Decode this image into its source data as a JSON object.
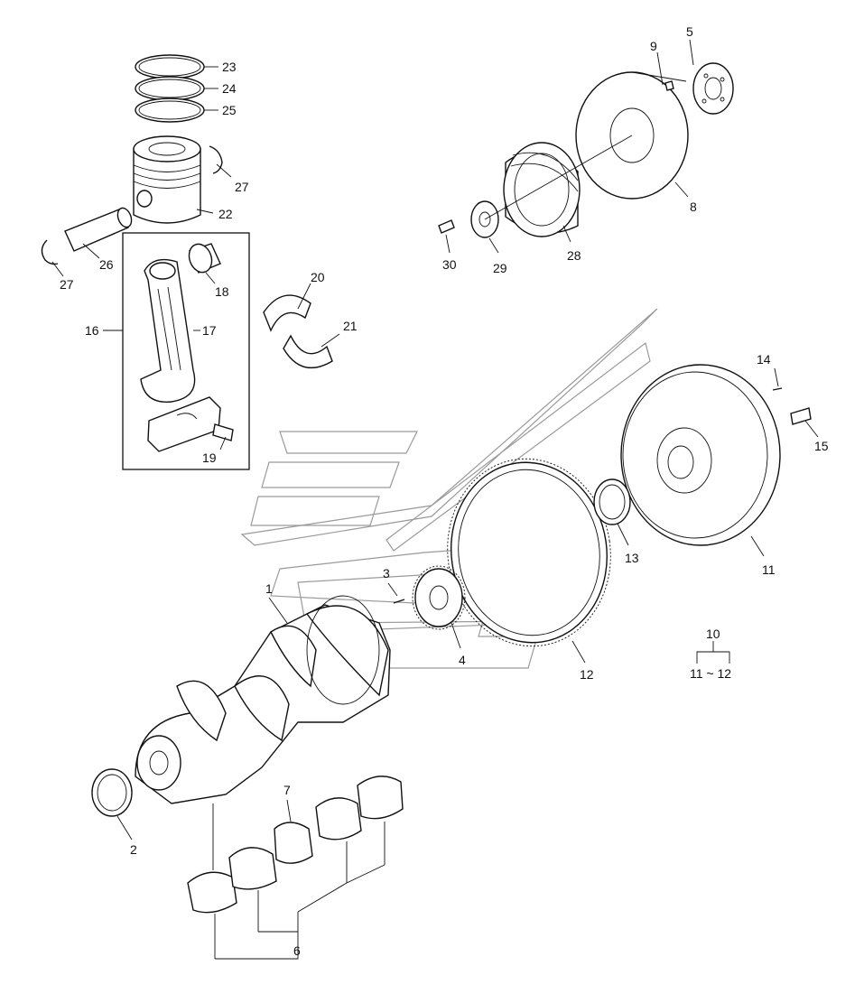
{
  "callouts": [
    {
      "id": "c1",
      "text": "1"
    },
    {
      "id": "c2",
      "text": "2"
    },
    {
      "id": "c3",
      "text": "3"
    },
    {
      "id": "c4",
      "text": "4"
    },
    {
      "id": "c5",
      "text": "5"
    },
    {
      "id": "c6",
      "text": "6"
    },
    {
      "id": "c7",
      "text": "7"
    },
    {
      "id": "c8",
      "text": "8"
    },
    {
      "id": "c9",
      "text": "9"
    },
    {
      "id": "c10",
      "text": "10"
    },
    {
      "id": "c10r",
      "text": "11 ~ 12"
    },
    {
      "id": "c11",
      "text": "11"
    },
    {
      "id": "c12",
      "text": "12"
    },
    {
      "id": "c13",
      "text": "13"
    },
    {
      "id": "c14",
      "text": "14"
    },
    {
      "id": "c15",
      "text": "15"
    },
    {
      "id": "c16",
      "text": "16"
    },
    {
      "id": "c17",
      "text": "17"
    },
    {
      "id": "c18",
      "text": "18"
    },
    {
      "id": "c19",
      "text": "19"
    },
    {
      "id": "c20",
      "text": "20"
    },
    {
      "id": "c21",
      "text": "21"
    },
    {
      "id": "c22",
      "text": "22"
    },
    {
      "id": "c23",
      "text": "23"
    },
    {
      "id": "c24",
      "text": "24"
    },
    {
      "id": "c25",
      "text": "25"
    },
    {
      "id": "c26",
      "text": "26"
    },
    {
      "id": "c27a",
      "text": "27"
    },
    {
      "id": "c27b",
      "text": "27"
    },
    {
      "id": "c28",
      "text": "28"
    },
    {
      "id": "c29",
      "text": "29"
    },
    {
      "id": "c30",
      "text": "30"
    }
  ]
}
